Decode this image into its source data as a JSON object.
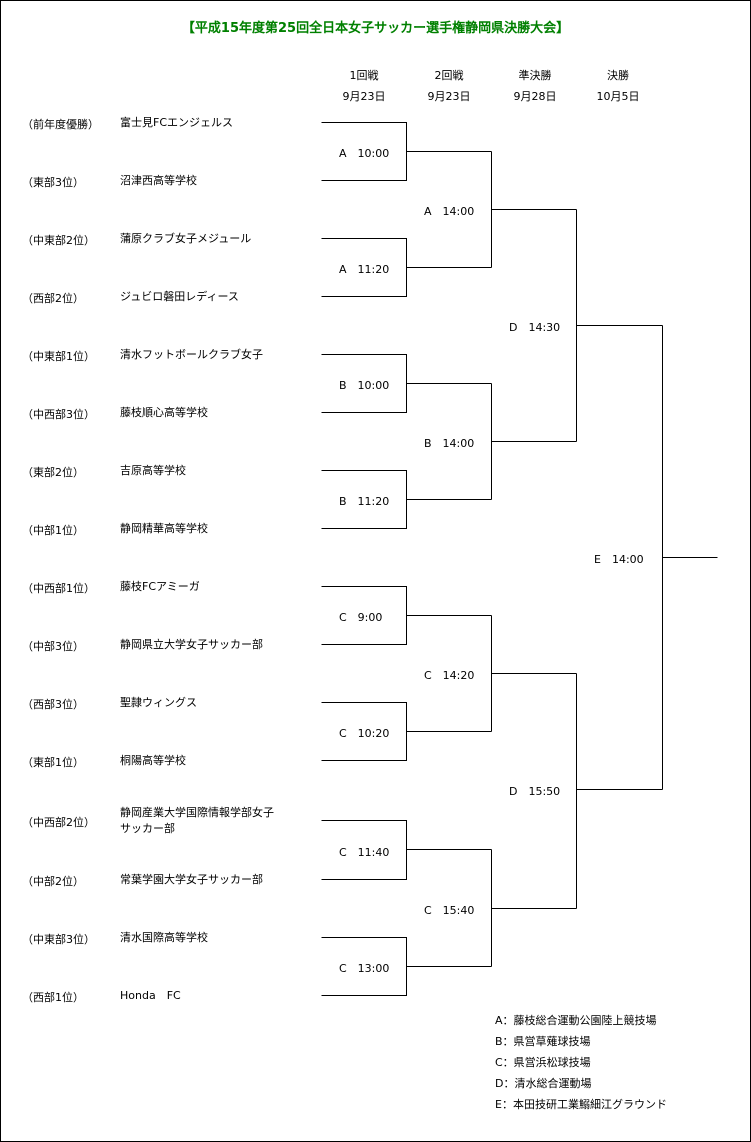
{
  "title": "【平成15年度第25回全日本女子サッカー選手権静岡県決勝大会】",
  "rounds": [
    {
      "name": "1回戦",
      "date": "9月23日"
    },
    {
      "name": "2回戦",
      "date": "9月23日"
    },
    {
      "name": "準決勝",
      "date": "9月28日"
    },
    {
      "name": "決勝",
      "date": "10月5日"
    }
  ],
  "teams": [
    {
      "seed": "（前年度優勝）",
      "name": "富士見FCエンジェルス"
    },
    {
      "seed": "（東部3位）",
      "name": "沼津西高等学校"
    },
    {
      "seed": "（中東部2位）",
      "name": "蒲原クラブ女子メジュール"
    },
    {
      "seed": "（西部2位）",
      "name": "ジュビロ磐田レディース"
    },
    {
      "seed": "（中東部1位）",
      "name": "清水フットボールクラブ女子"
    },
    {
      "seed": "（中西部3位）",
      "name": "藤枝順心高等学校"
    },
    {
      "seed": "（東部2位）",
      "name": "吉原高等学校"
    },
    {
      "seed": "（中部1位）",
      "name": "静岡精華高等学校"
    },
    {
      "seed": "（中西部1位）",
      "name": "藤枝FCアミーガ"
    },
    {
      "seed": "（中部3位）",
      "name": "静岡県立大学女子サッカー部"
    },
    {
      "seed": "（西部3位）",
      "name": "聖隷ウィングス"
    },
    {
      "seed": "（東部1位）",
      "name": "桐陽高等学校"
    },
    {
      "seed": "（中西部2位）",
      "name": "静岡産業大学国際情報学部女子",
      "name2": "サッカー部"
    },
    {
      "seed": "（中部2位）",
      "name": "常葉学園大学女子サッカー部"
    },
    {
      "seed": "（中東部3位）",
      "name": "清水国際高等学校"
    },
    {
      "seed": "（西部1位）",
      "name": "Honda　FC"
    }
  ],
  "matches": {
    "r1": [
      "A　10:00",
      "A　11:20",
      "B　10:00",
      "B　11:20",
      "C　9:00",
      "C　10:20",
      "C　11:40",
      "C　13:00"
    ],
    "r2": [
      "A　14:00",
      "B　14:00",
      "C　14:20",
      "C　15:40"
    ],
    "sf": [
      "D　14:30",
      "D　15:50"
    ],
    "final": "E　14:00"
  },
  "legend": [
    "A：藤枝総合運動公園陸上競技場",
    "B：県営草薙球技場",
    "C：県営浜松球技場",
    "D：清水総合運動場",
    "E：本田技研工業鰯細江グラウンド"
  ]
}
